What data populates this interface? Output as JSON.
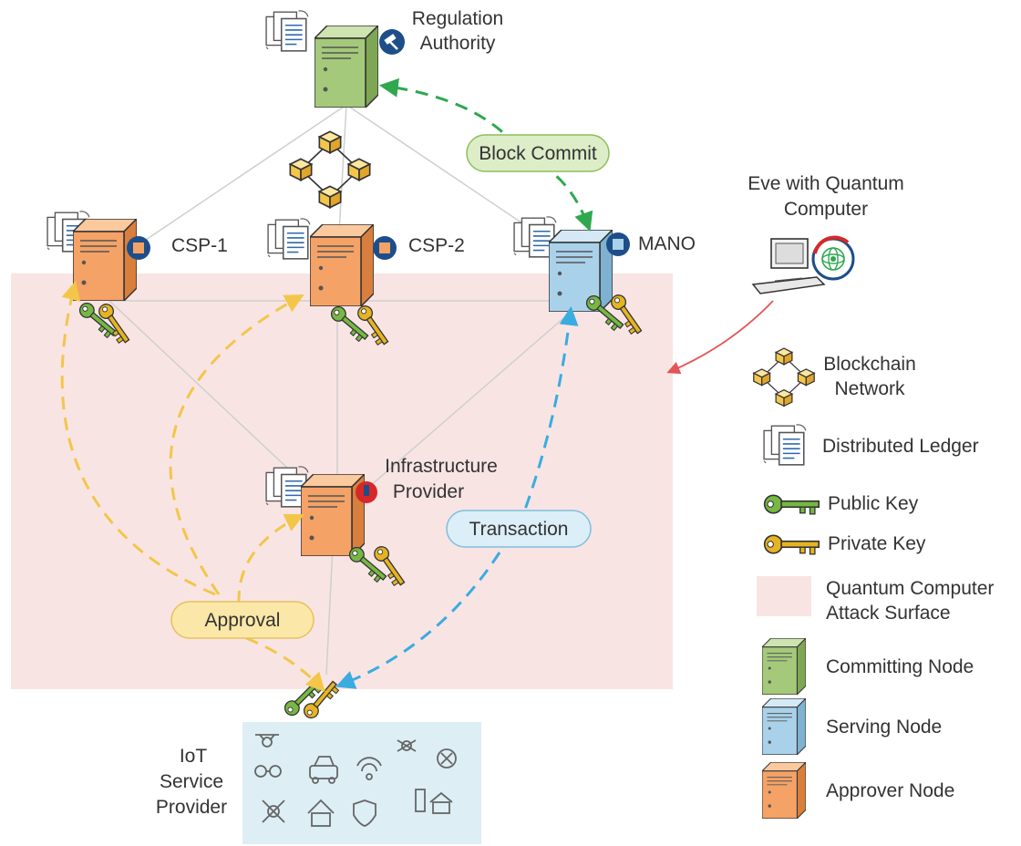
{
  "nodes": {
    "regulation_authority": {
      "line1": "Regulation",
      "line2": "Authority"
    },
    "csp1": {
      "label": "CSP-1"
    },
    "csp2": {
      "label": "CSP-2"
    },
    "mano": {
      "label": "MANO"
    },
    "infrastructure_provider": {
      "line1": "Infrastructure",
      "line2": "Provider"
    },
    "iot_service_provider": {
      "line1": "IoT",
      "line2": "Service",
      "line3": "Provider"
    },
    "eve": {
      "line1": "Eve with Quantum",
      "line2": "Computer"
    }
  },
  "flows": {
    "block_commit": "Block Commit",
    "transaction": "Transaction",
    "approval": "Approval"
  },
  "legend": {
    "blockchain_network": {
      "line1": "Blockchain",
      "line2": "Network"
    },
    "distributed_ledger": "Distributed Ledger",
    "public_key": "Public Key",
    "private_key": "Private Key",
    "attack_surface": {
      "line1": "Quantum Computer",
      "line2": "Attack Surface"
    },
    "committing_node": "Committing Node",
    "serving_node": "Serving Node",
    "approver_node": "Approver Node"
  },
  "colors": {
    "attack_surface": "#f9e4e4",
    "committing": "#a5c97a",
    "serving": "#a9d2ea",
    "approver": "#f4a266",
    "public_key": "#76b843",
    "private_key": "#e6b422",
    "approval_arrow": "#f3c64a",
    "transaction_arrow": "#3aace0",
    "commit_arrow": "#2fa84f",
    "attack_arrow": "#e55555",
    "iot_panel": "#ddeef5"
  }
}
